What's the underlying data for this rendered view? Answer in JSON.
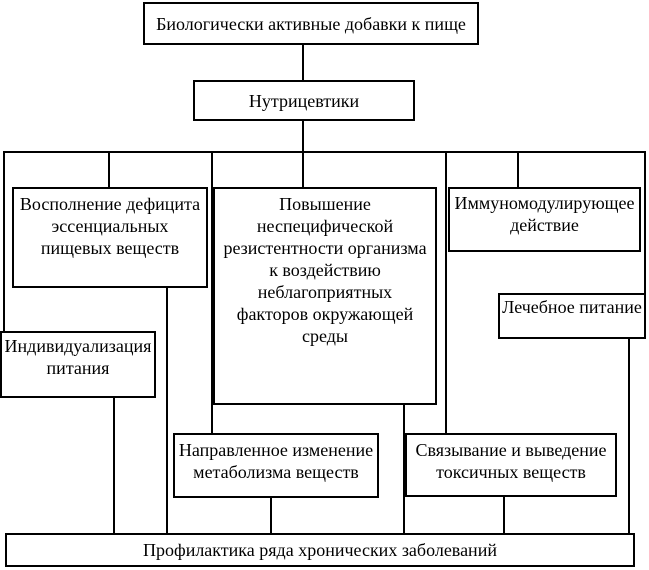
{
  "colors": {
    "background": "#ffffff",
    "line": "#000000",
    "text": "#000000"
  },
  "nodes": {
    "bad": "Биологически активные добавки к пище",
    "nutraceuticals": "Нутрицевтики",
    "deficit": "Восполнение дефицита\nэссенциальных\nпищевых веществ",
    "resistance": "Повышение\nнеспецифической\nрезистентности организма\nк воздействию\nнеблагоприятных\nфакторов окружающей\nсреды",
    "immuno": "Иммуномодулирующее\nдействие",
    "therapeutic": "Лечебное питание",
    "individualization": "Индивидуализация\nпитания",
    "metabolism": "Направленное изменение\nметаболизма веществ",
    "toxins": "Связывание и выведение\nтоксичных веществ",
    "prevention": "Профилактика ряда хронических заболеваний"
  }
}
